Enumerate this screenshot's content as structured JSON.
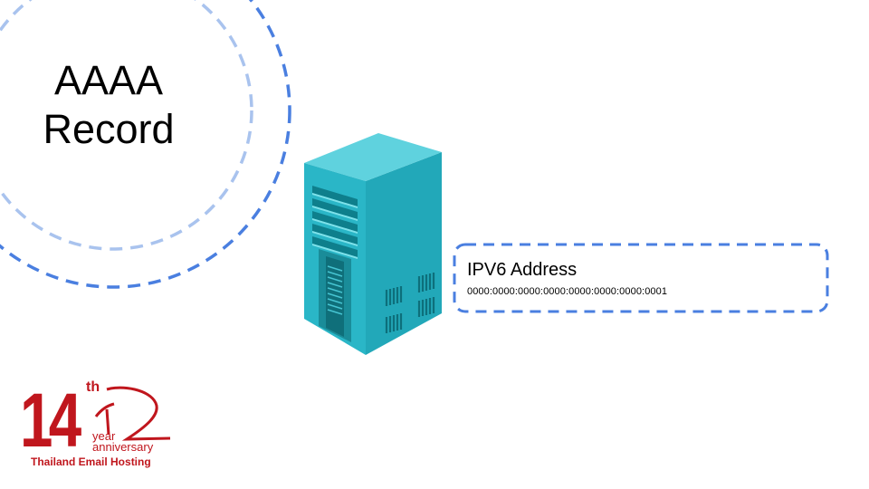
{
  "title": {
    "line1": "AAAA",
    "line2": "Record"
  },
  "record": {
    "label": "IPV6 Address",
    "value": "0000:0000:0000:0000:0000:0000:0000:0001"
  },
  "logo": {
    "number": "14",
    "ordinal": "th",
    "year": "year",
    "anniversary": "anniversary",
    "company": "Thailand Email Hosting"
  },
  "colors": {
    "outer_ring": "#4a7fe0",
    "inner_ring": "#a9c3ee",
    "server_front": "#29b3c4",
    "server_side": "#1ea3b4",
    "server_top": "#5fd2de",
    "logo_red": "#c0161d",
    "box_border": "#4a7fe0"
  },
  "icons": {
    "server": "server-tower-icon"
  }
}
